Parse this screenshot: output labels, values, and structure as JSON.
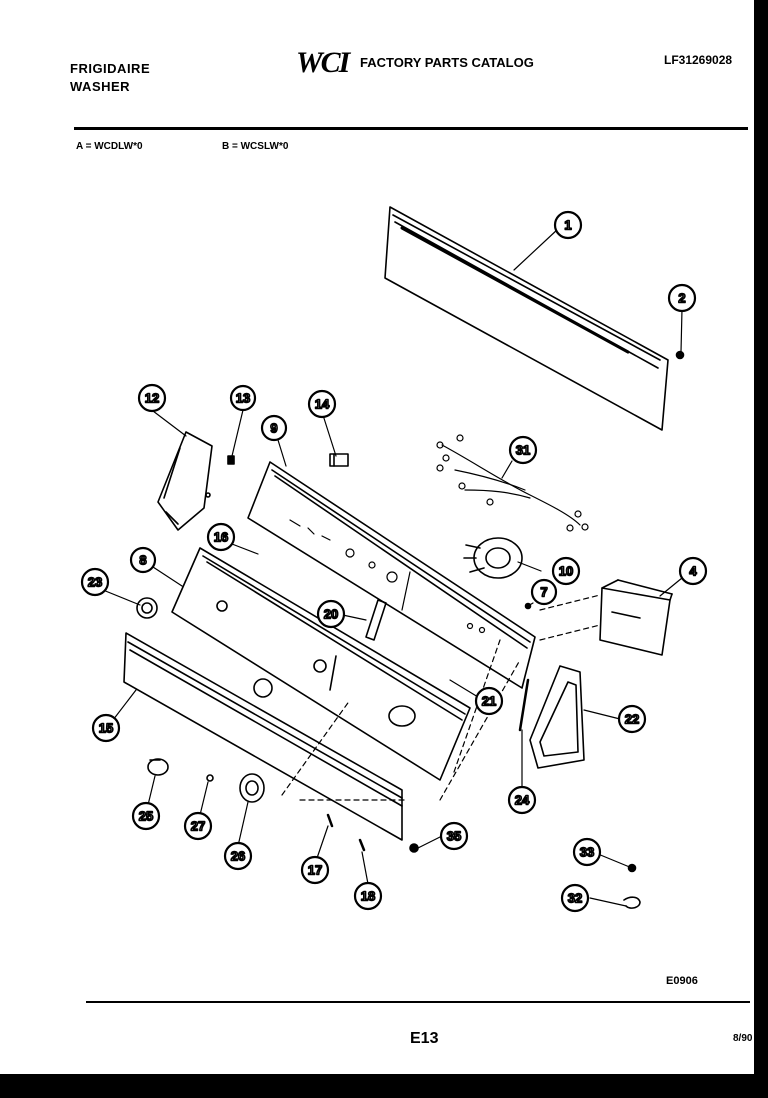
{
  "header": {
    "brand_line1": "FRIGIDAIRE",
    "brand_line2": "WASHER",
    "logo": "WCI",
    "catalog_title": "FACTORY PARTS CATALOG",
    "catalog_number": "LF31269028",
    "model_a": "A = WCDLW*0",
    "model_b": "B = WCSLW*0"
  },
  "diagram": {
    "callouts": [
      "1",
      "2",
      "4",
      "7",
      "8",
      "9",
      "10",
      "12",
      "13",
      "14",
      "15",
      "16",
      "17",
      "18",
      "20",
      "21",
      "22",
      "23",
      "24",
      "25",
      "26",
      "27",
      "31",
      "32",
      "33",
      "35"
    ]
  },
  "footer": {
    "diagram_code": "E0906",
    "page": "E13",
    "date": "8/90"
  }
}
